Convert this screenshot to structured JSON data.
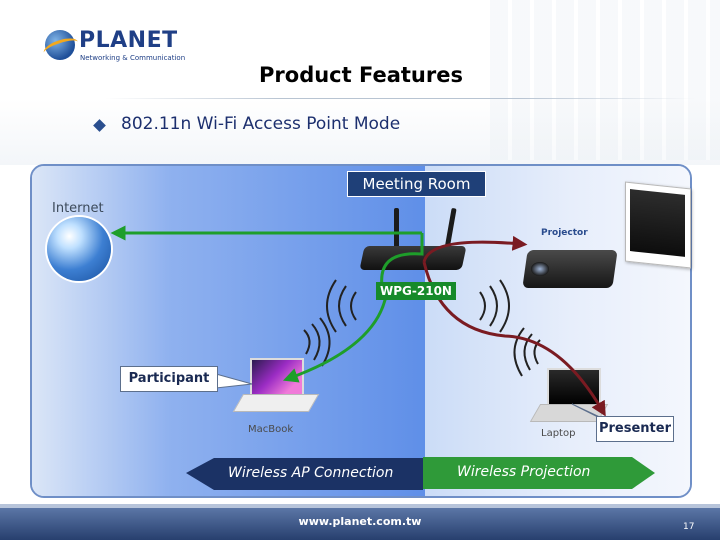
{
  "header": {
    "logo_text": "PLANET",
    "logo_subtext": "Networking & Communication",
    "title": "Product Features",
    "bullet": "802.11n Wi-Fi Access Point Mode"
  },
  "diagram": {
    "room_label": "Meeting Room",
    "internet_label": "Internet",
    "router_label": "WPG-210N",
    "projector_label": "Projector",
    "macbook_label": "MacBook",
    "laptop_label": "Laptop",
    "participant_label": "Participant",
    "presenter_label": "Presenter",
    "ap_connection_label": "Wireless AP Connection",
    "projection_label": "Wireless Projection",
    "colors": {
      "connection_line": "#1e9e2a",
      "projection_line": "#7a1b22",
      "ap_arrow_dark": "#1b3265",
      "projection_arrow": "#2f9a39",
      "internet_arrow": "#1c9a86"
    }
  },
  "footer": {
    "url": "www.planet.com.tw",
    "page_number": "17"
  }
}
